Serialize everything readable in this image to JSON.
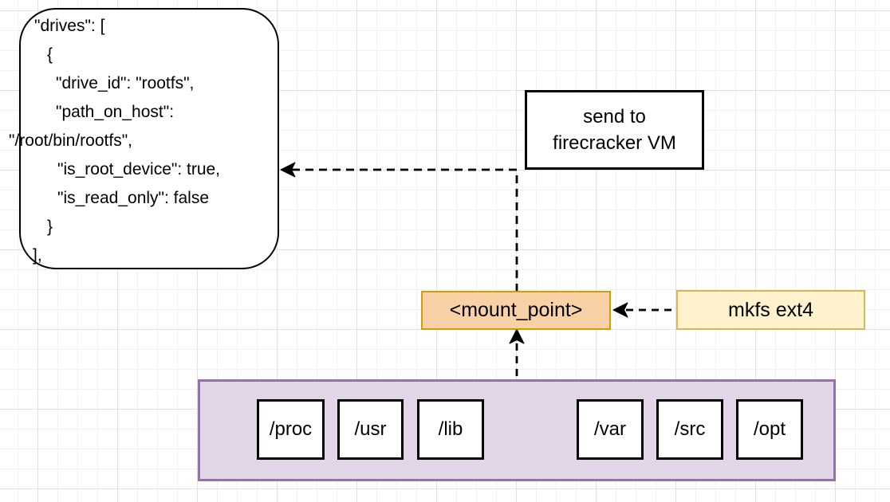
{
  "json_node": {
    "lines": [
      "\"drives\": [",
      "{",
      "\"drive_id\": \"rootfs\",",
      "\"path_on_host\":",
      "\"/root/bin/rootfs\",",
      "\"is_root_device\": true,",
      "\"is_read_only\": false",
      "}",
      "],"
    ]
  },
  "nodes": {
    "send_to_vm": "send to\nfirecracker VM",
    "mount_point": "<mount_point>",
    "mkfs": "mkfs ext4"
  },
  "container": {
    "dirs": [
      "/proc",
      "/usr",
      "/lib",
      "/var",
      "/src",
      "/opt"
    ]
  },
  "colors": {
    "mount_fill": "#F8D1A7",
    "mount_border": "#D79B00",
    "mkfs_fill": "#FFF2CC",
    "mkfs_border": "#D6B656",
    "container_fill": "#E1D5E7",
    "container_border": "#9673A6"
  }
}
